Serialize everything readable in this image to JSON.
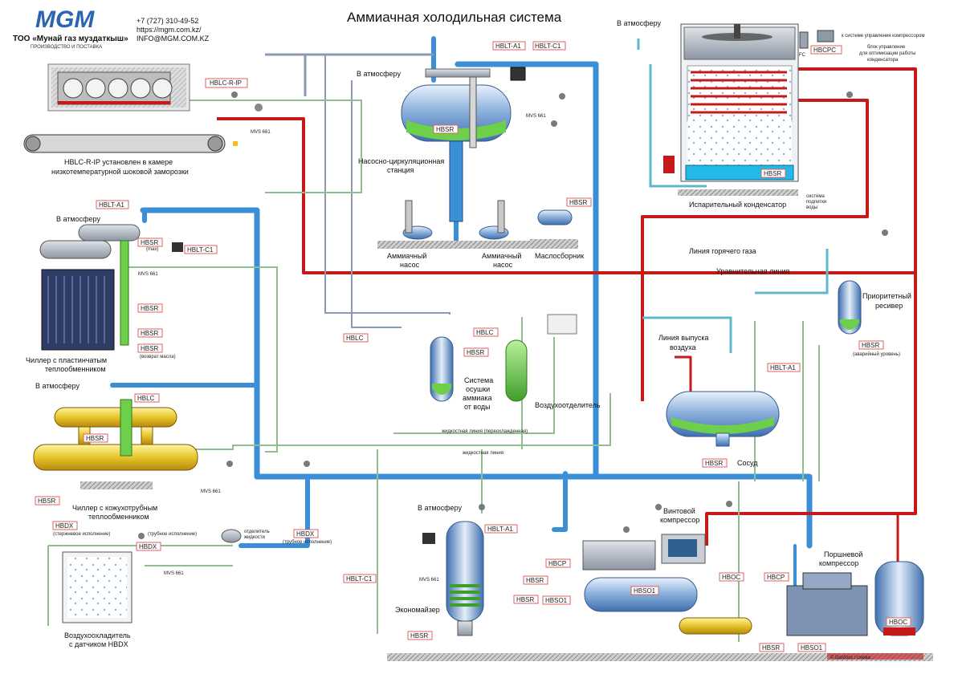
{
  "title": "Аммиачная холодильная система",
  "company": {
    "logo": "MGM",
    "name": "ТОО «Мунай газ муздаткыш»",
    "sub": "ПРОИЗВОДСТВО И ПОСТАВКА",
    "phone": "+7 (727) 310-49-52",
    "site": "https://mgm.com.kz/",
    "email": "INFO@MGM.COM.KZ"
  },
  "colors": {
    "hot_gas": "#c41a1a",
    "liquid": "#3b8fd6",
    "return": "#8fbf8f",
    "vent": "#8a99b5"
  },
  "tags": {
    "hblc_r_ip": "HBLC-R-IP",
    "hblt_a1": "HBLT-A1",
    "hblt_c1": "HBLT-C1",
    "hbsr": "HBSR",
    "hblc": "HBLC",
    "hbdx": "HBDX",
    "hbcp": "HBCP",
    "hbso1": "HBSO1",
    "hboc": "HBOC",
    "hbcpc": "HBCPC",
    "mvs": "MVS 661",
    "fc": "FC"
  },
  "labels": {
    "freezer_note_1": "HBLC-R-IP установлен в камере",
    "freezer_note_2": "низкотемпературной шоковой заморозки",
    "to_atm": "В атмосферу",
    "pump_station_1": "Насосно-циркуляционная",
    "pump_station_2": "станция",
    "pump_1": "Аммиачный",
    "pump_2": "насос",
    "oil_collector": "Маслосборник",
    "evap_condenser": "Испарительный конденсатор",
    "makeup_water_1": "система",
    "makeup_water_2": "подпитки",
    "makeup_water_3": "воды",
    "hot_gas_line": "Линия горячего газа",
    "equalizing_line": "Уравнительная линия",
    "priority_rec_1": "Приоритетный",
    "priority_rec_2": "ресивер",
    "emergency_level": "(аварийный уровень)",
    "air_vent_line_1": "Линия выпуска",
    "air_vent_line_2": "воздуха",
    "vessel": "Сосуд",
    "plate_chiller_1": "Чиллер с пластинчатым",
    "plate_chiller_2": "теплообменником",
    "shell_chiller_1": "Чиллер с кожухотрубным",
    "shell_chiller_2": "теплообменником",
    "dryer_1": "Система",
    "dryer_2": "осушки",
    "dryer_3": "аммиака",
    "dryer_4": "от воды",
    "air_separator": "Воздухоотделитель",
    "liquid_subcooled": "жидкостная линия (переохлажденная)",
    "liquid_line": "жидкостная линия",
    "economizer": "Экономайзер",
    "screw_comp_1": "Винтовой",
    "screw_comp_2": "компрессор",
    "piston_comp_1": "Поршневой",
    "piston_comp_2": "компрессор",
    "air_cooler_1": "Воздухоохладитель",
    "air_cooler_2": "с датчиком HBDX",
    "liquid_sep_1": "отделитель",
    "liquid_sep_2": "жидкости",
    "rod_version": "(стержневое исполнение)",
    "tube_version": "(трубное исполнение)",
    "max": "(max)",
    "oil_return": "(возврат масла)",
    "to_comp_ctrl": "к системе управления компрессором",
    "opt_unit_1": "блок управление",
    "opt_unit_2": "для оптимизации работы",
    "opt_unit_3": "конденсатора",
    "bottom_note": "© Danfoss / схема"
  }
}
